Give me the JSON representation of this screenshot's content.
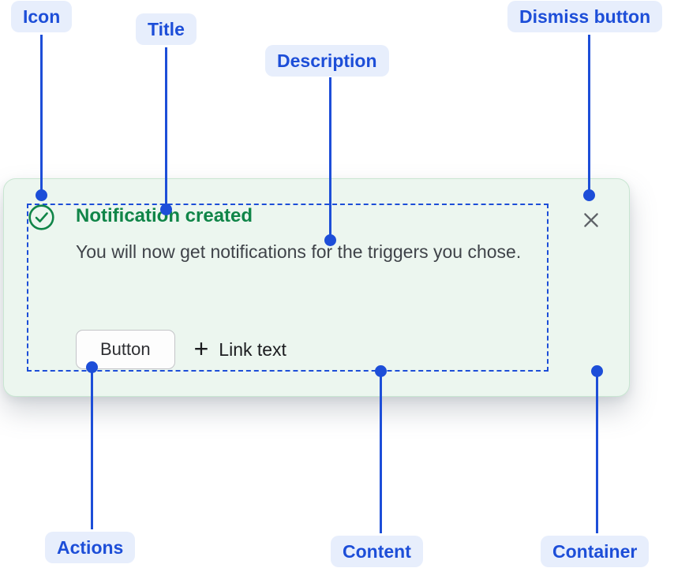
{
  "callouts": {
    "icon": "Icon",
    "title": "Title",
    "description": "Description",
    "dismiss": "Dismiss button",
    "actions": "Actions",
    "content": "Content",
    "container": "Container"
  },
  "notification": {
    "title": "Notification created",
    "description": "You will now get notifications for the triggers you chose.",
    "actions": {
      "button_label": "Button",
      "link_label": "Link text",
      "link_icon": "plus-icon"
    },
    "status_icon": "check-circle-icon",
    "dismiss_icon": "close-icon"
  },
  "colors": {
    "callout_blue": "#1d4ed8",
    "callout_pill_bg": "#e7eefc",
    "success_green": "#108548",
    "card_bg": "#ecf6ef",
    "card_border": "#c9e6d2",
    "description_text": "#3f4349",
    "dismiss_gray": "#5f6368",
    "button_border": "#c4c4c8",
    "button_bg": "#fdfdfd",
    "link_text": "#1b1c1f"
  }
}
